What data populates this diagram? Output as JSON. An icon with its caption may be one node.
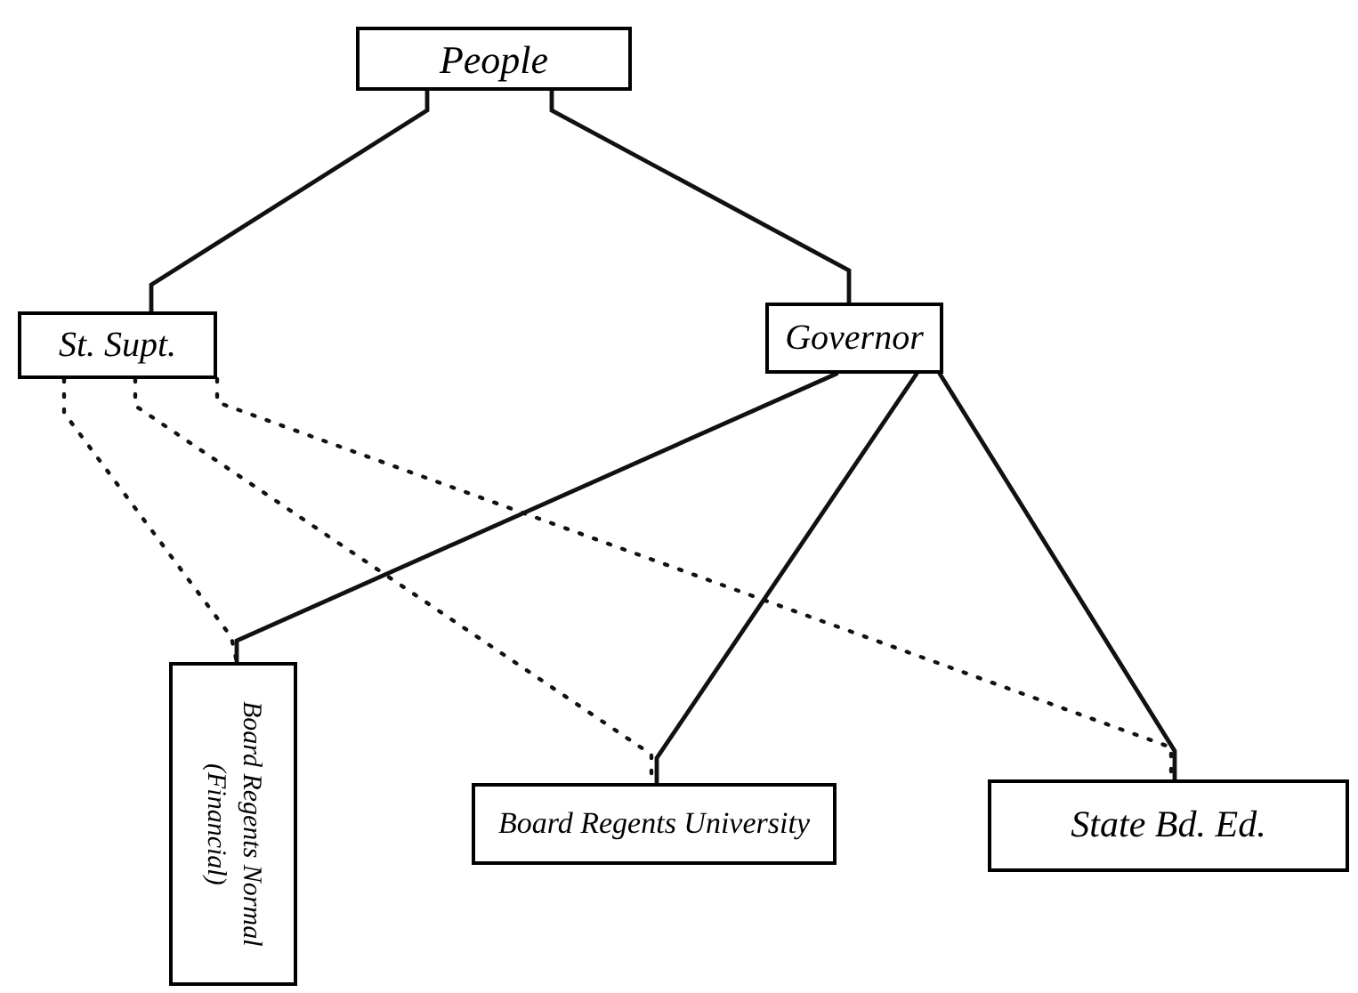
{
  "diagram": {
    "nodes": [
      {
        "text": [
          "People"
        ]
      },
      {
        "text": [
          "St. Supt."
        ]
      },
      {
        "text": [
          "Governor"
        ]
      },
      {
        "text": [
          "Board Regents Normal (Financial)"
        ]
      },
      {
        "text": [
          "Board Regents University"
        ]
      },
      {
        "text": [
          "State Bd. Ed."
        ]
      }
    ],
    "edges": [
      {
        "from": 0,
        "to": 1,
        "arrow": "none"
      },
      {
        "from": 0,
        "to": 2,
        "arrow": "none"
      },
      {
        "from": 2,
        "to": 3,
        "arrow": "none"
      },
      {
        "from": 2,
        "to": 4,
        "arrow": "none"
      },
      {
        "from": 2,
        "to": 5,
        "arrow": "none"
      },
      {
        "from": 1,
        "to": 3,
        "arrow": "none",
        "style": "dashed"
      },
      {
        "from": 1,
        "to": 4,
        "arrow": "none",
        "style": "dashed"
      },
      {
        "from": 1,
        "to": 5,
        "arrow": "none",
        "style": "dashed"
      }
    ]
  }
}
